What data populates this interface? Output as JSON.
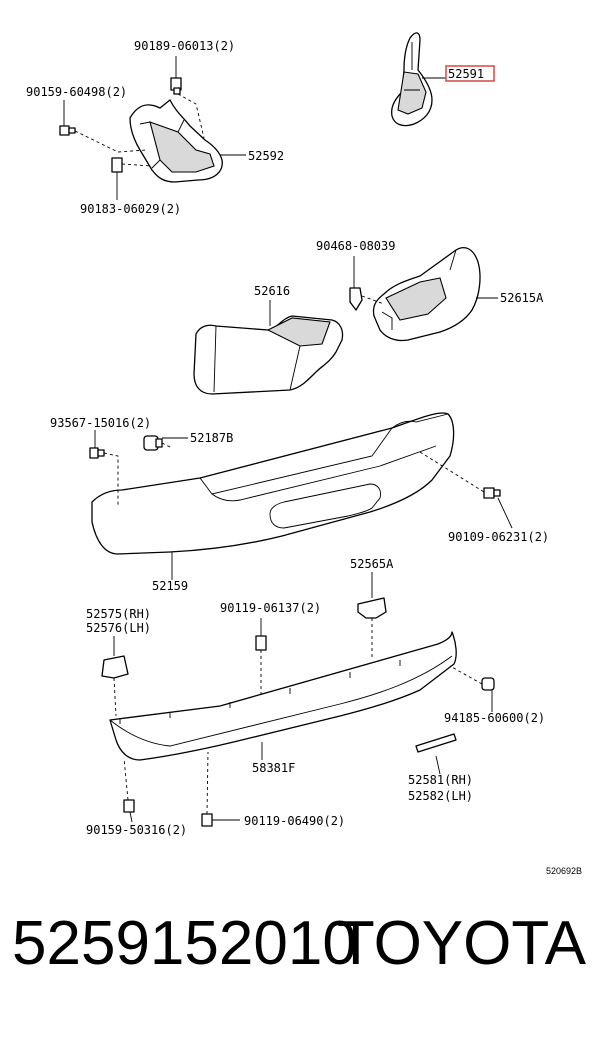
{
  "diagram": {
    "labels": {
      "l_90189_06013": "90189-06013(2)",
      "l_90159_60498": "90159-60498(2)",
      "l_52592": "52592",
      "l_90183_06029": "90183-06029(2)",
      "l_52591": "52591",
      "l_90468_08039": "90468-08039",
      "l_52616": "52616",
      "l_52615A": "52615A",
      "l_93567_15016": "93567-15016(2)",
      "l_52187B": "52187B",
      "l_90109_06231": "90109-06231(2)",
      "l_52159": "52159",
      "l_52565A": "52565A",
      "l_52575": "52575(RH)",
      "l_52576": "52576(LH)",
      "l_90119_06137": "90119-06137(2)",
      "l_94185_60600": "94185-60600(2)",
      "l_58381F": "58381F",
      "l_52581": "52581(RH)",
      "l_52582": "52582(LH)",
      "l_90159_50316": "90159-50316(2)",
      "l_90119_06490": "90119-06490(2)",
      "diagram_code": "520692B"
    },
    "highlight_color": "#d9534f"
  },
  "footer": {
    "part_number": "5259152010",
    "brand": "TOYOTA"
  }
}
